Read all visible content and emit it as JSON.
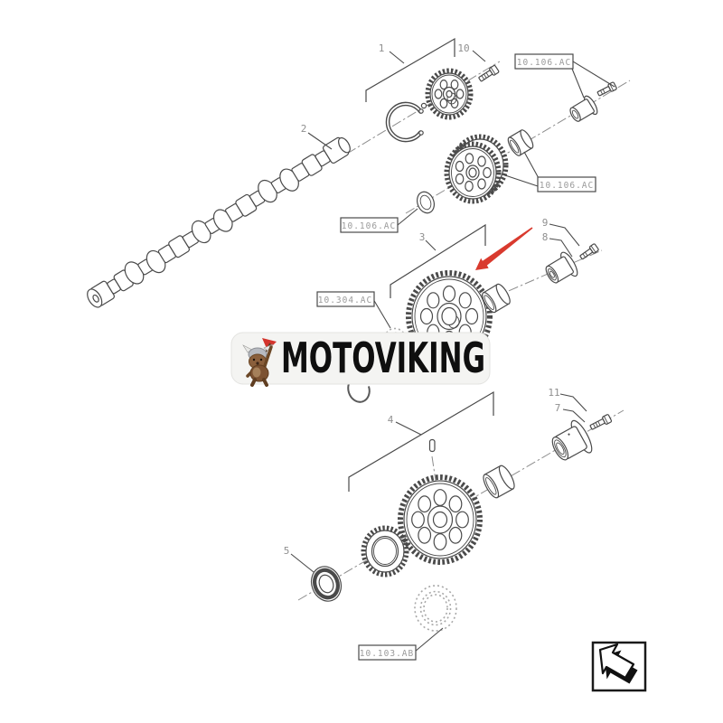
{
  "diagram": {
    "callouts": {
      "c1": "1",
      "c2": "2",
      "c3": "3",
      "c4": "4",
      "c5": "5",
      "c7": "7",
      "c8": "8",
      "c9": "9",
      "c10": "10",
      "c11": "11"
    },
    "ref_labels": {
      "top_right": "10.106.AC",
      "mid_right": "10.106.AC",
      "mid_left": "10.106.AC",
      "idler": "10.304.AC",
      "crank": "10.103.AB"
    },
    "colors": {
      "line": "#4a4a4a",
      "centerline": "#8d8d8d",
      "arrow_red": "#d93a2e",
      "label_text": "#9a9a9a",
      "logo_band": "#f4f4f2",
      "logo_text": "#0f0f0f"
    },
    "icons": {
      "corner": "page-turn-arrow-icon",
      "pointer": "red-arrow-icon",
      "mascot": "viking-dog-icon"
    }
  },
  "watermark": {
    "brand": "MOTOVIKING"
  }
}
